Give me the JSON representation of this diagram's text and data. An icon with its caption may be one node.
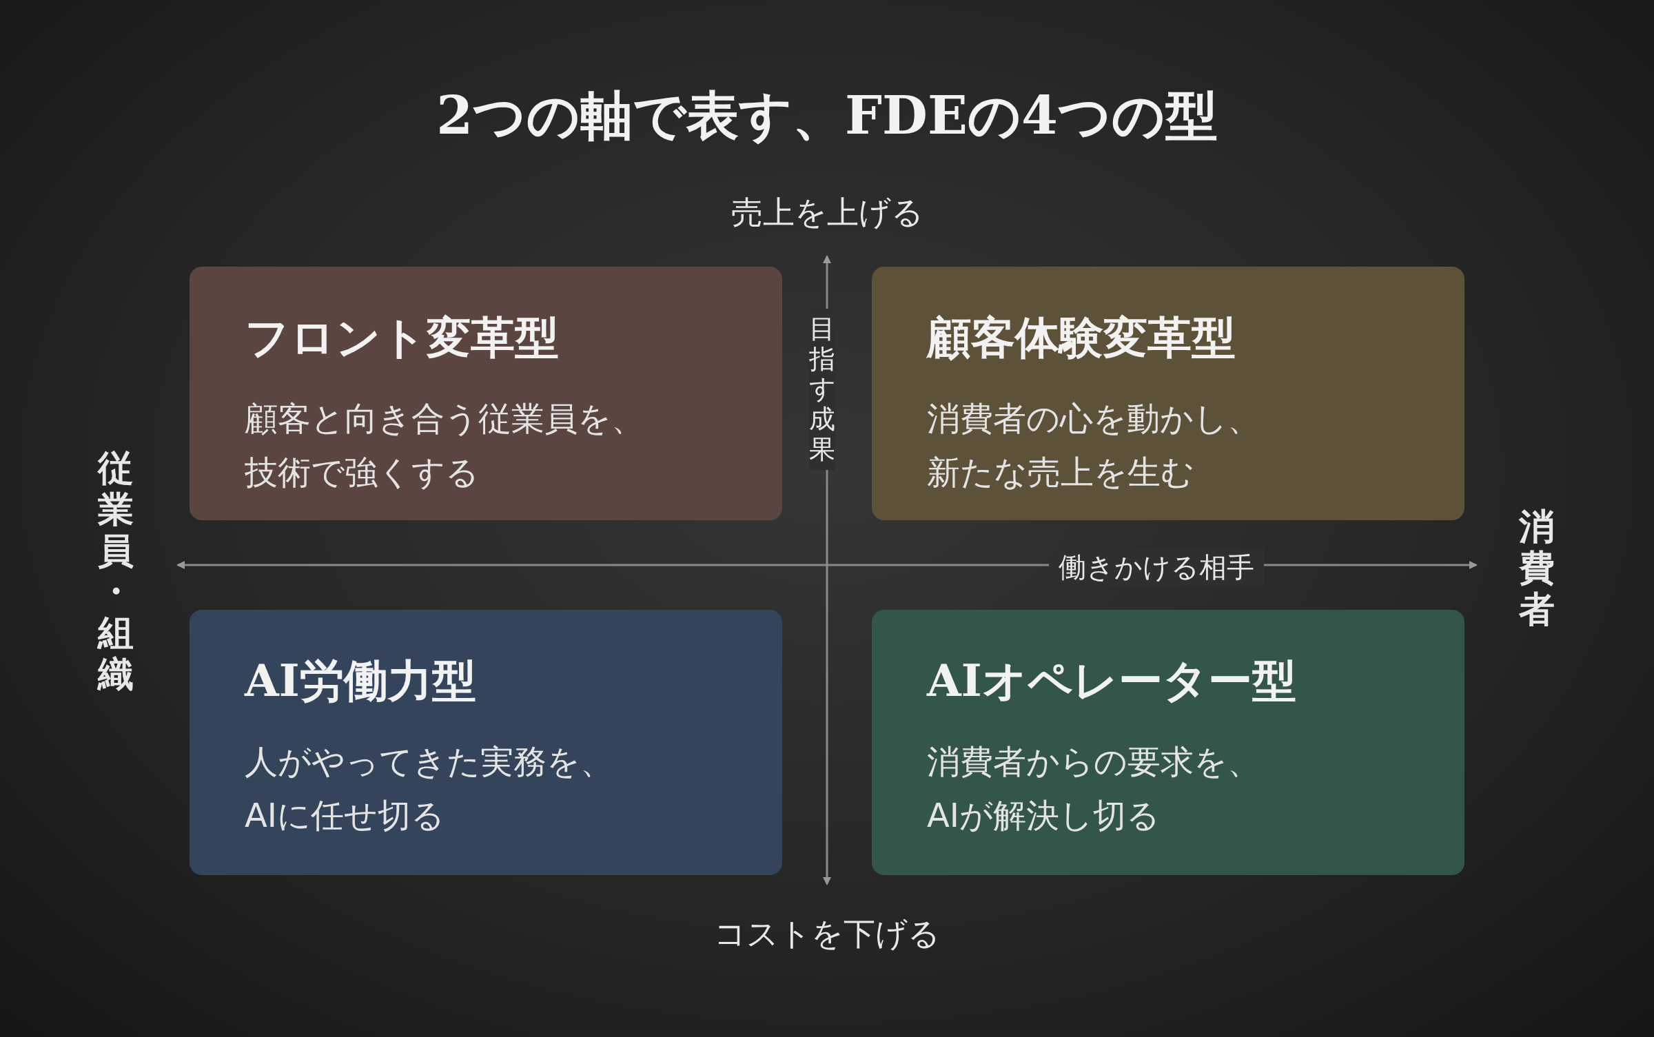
{
  "diagram": {
    "title": "2つの軸で表す、FDEの4つの型",
    "nodes": [
      {
        "text": [
          "フロント変革型",
          "顧客と向き合う従業員を、技術で強くする"
        ]
      },
      {
        "text": [
          "顧客体験変革型",
          "消費者の心を動かし、新たな売上を生む"
        ]
      },
      {
        "text": [
          "AI労働力型",
          "人がやってきた実務を、AIに任せ切る"
        ]
      },
      {
        "text": [
          "AIオペレーター型",
          "消費者からの要求を、AIが解決し切る"
        ]
      }
    ],
    "edges": [],
    "labels": [
      "売上を上げる",
      "目指す成果",
      "従業員・組織",
      "働きかける相手",
      "消費者",
      "コストを下げる"
    ]
  }
}
